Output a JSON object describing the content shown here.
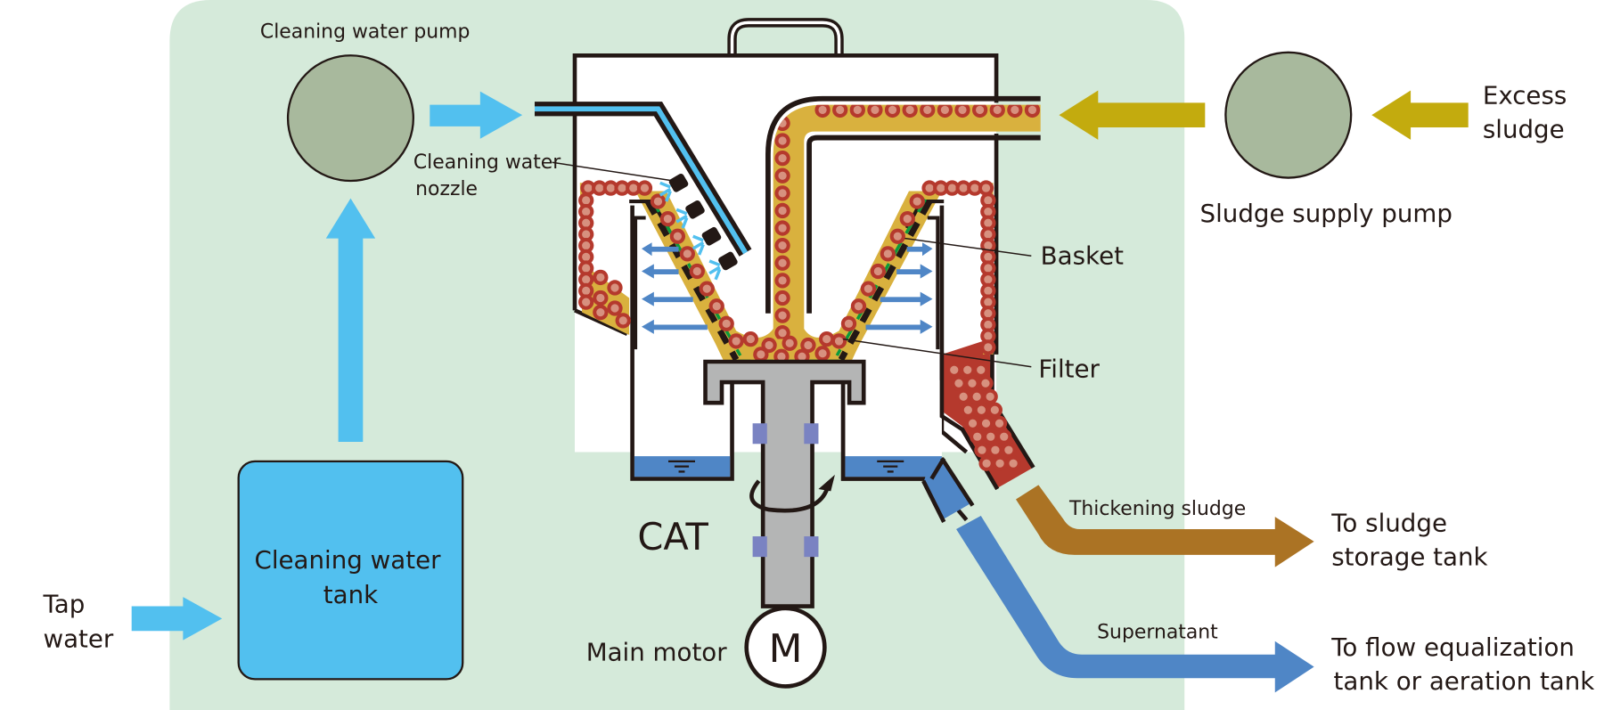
{
  "diagram": {
    "title": "CAT sludge thickening system",
    "machine_label": "CAT",
    "labels": {
      "cleaning_water_pump": "Cleaning water pump",
      "cleaning_water_nozzle_line1": "Cleaning water",
      "cleaning_water_nozzle_line2": "nozzle",
      "sludge_supply_pump": "Sludge supply pump",
      "excess_sludge_line1": "Excess",
      "excess_sludge_line2": "sludge",
      "basket": "Basket",
      "filter": "Filter",
      "tap_water_line1": "Tap",
      "tap_water_line2": "water",
      "cleaning_water_tank_line1": "Cleaning water",
      "cleaning_water_tank_line2": "tank",
      "main_motor": "Main motor",
      "motor_symbol": "M",
      "thickening_sludge": "Thickening sludge",
      "supernatant": "Supernatant",
      "to_sludge_storage_line1": "To sludge",
      "to_sludge_storage_line2": "storage tank",
      "to_flow_eq_line1": "To flow equalization",
      "to_flow_eq_line2": "tank or aeration tank"
    },
    "colors": {
      "panel_bg": "#d5eada",
      "water_blue": "#52c0ef",
      "supernatant_blue": "#4f86c6",
      "excess_sludge_olive": "#c3ab0e",
      "thick_sludge_brown": "#ab7324",
      "sludge_yellow": "#d9b13e",
      "particle_red": "#b5392d",
      "particle_core": "#d7917f",
      "pump_gray": "#a8b99d",
      "shaft_gray": "#b4b5b5",
      "filter_green": "#0b9a3c",
      "bearing_purple": "#7a83c2",
      "outline": "#231815"
    }
  }
}
